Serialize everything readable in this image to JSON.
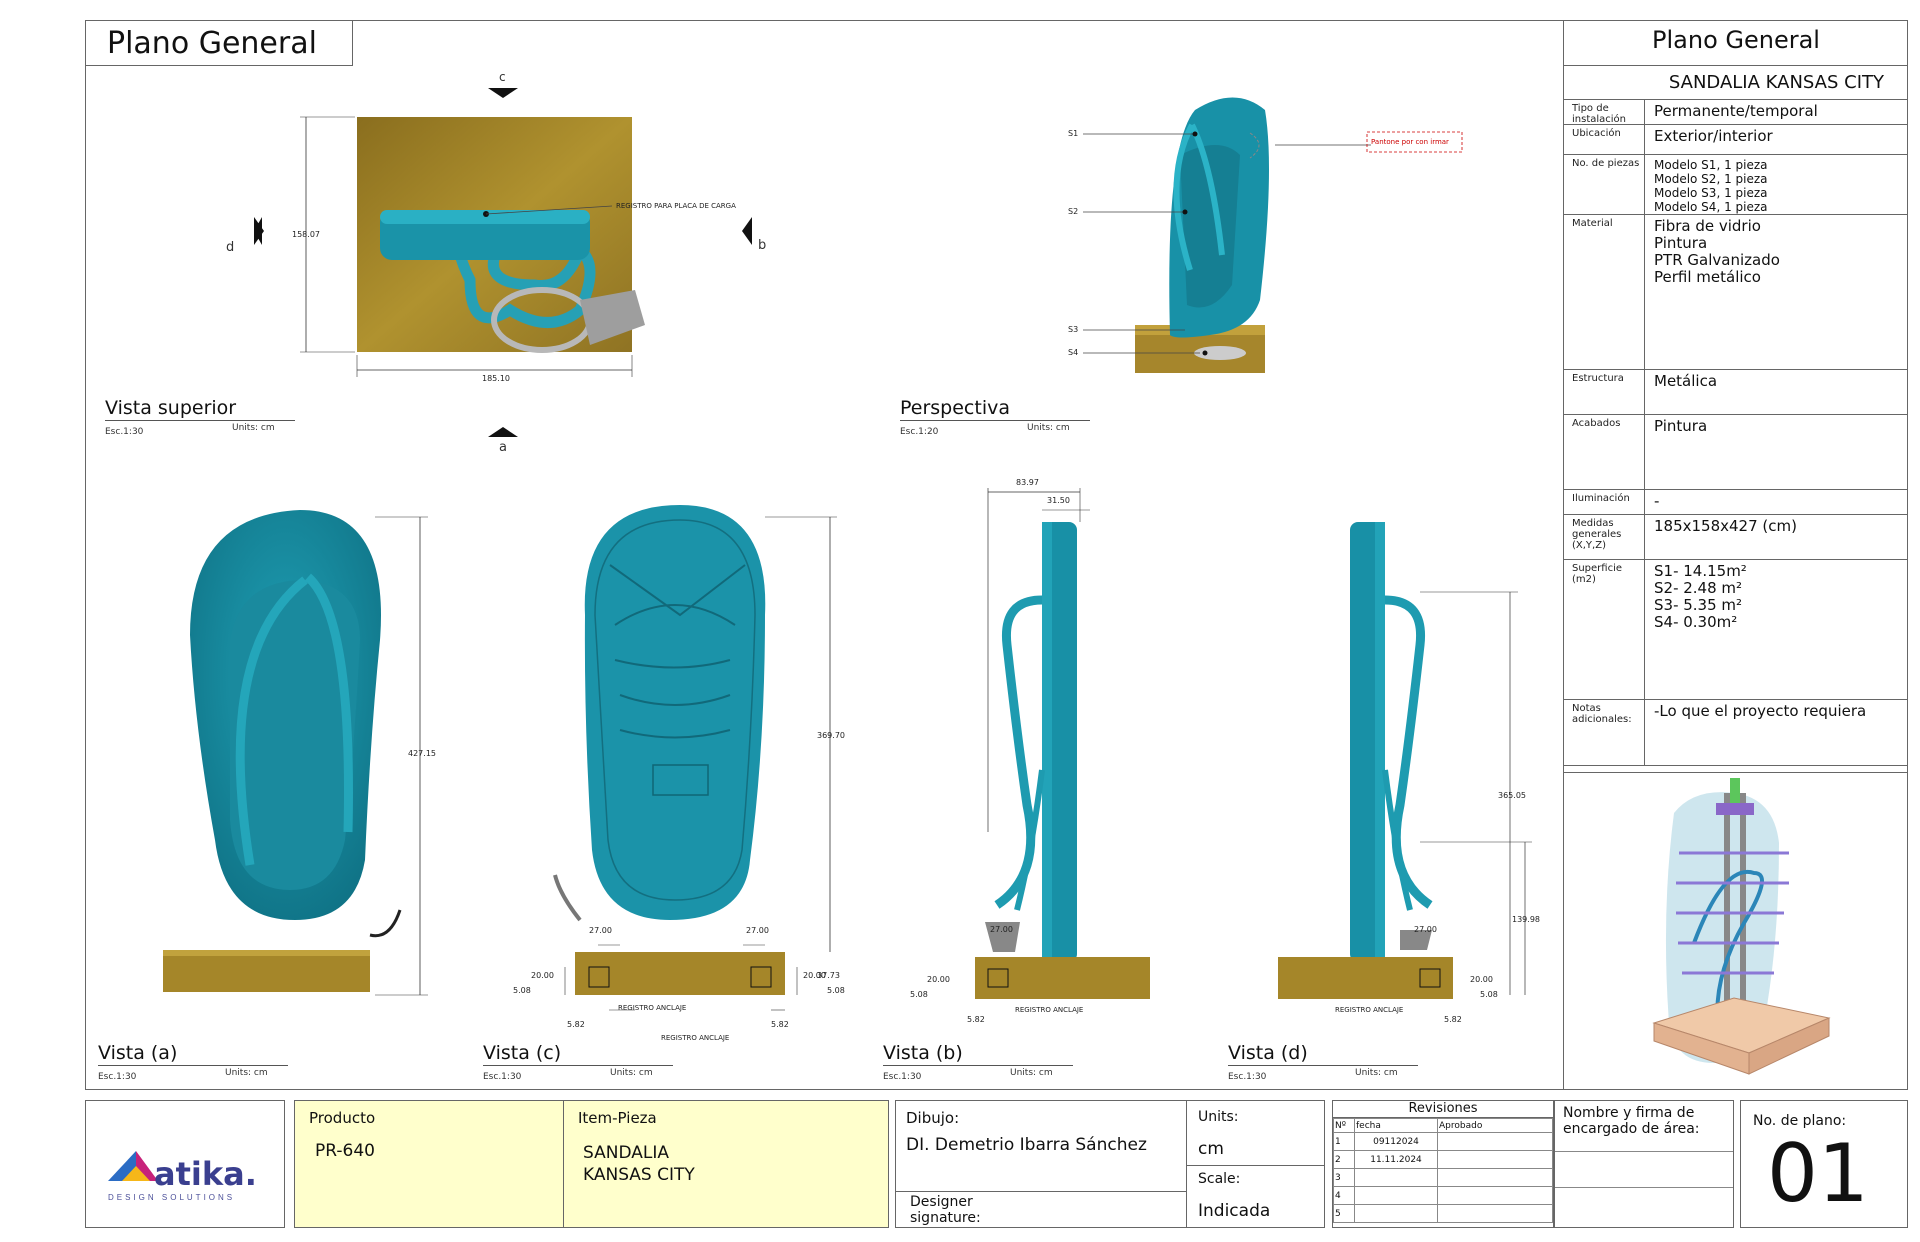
{
  "sheet": {
    "title": "Plano General",
    "views": {
      "top": {
        "title": "Vista superior",
        "scale": "Esc.1:30",
        "units": "Units: cm"
      },
      "perspective": {
        "title": "Perspectiva",
        "scale": "Esc.1:20",
        "units": "Units: cm"
      },
      "a": {
        "title": "Vista  (a)",
        "scale": "Esc.1:30",
        "units": "Units: cm"
      },
      "c": {
        "title": "Vista  (c)",
        "scale": "Esc.1:30",
        "units": "Units: cm"
      },
      "b": {
        "title": "Vista  (b)",
        "scale": "Esc.1:30",
        "units": "Units: cm"
      },
      "d": {
        "title": "Vista  (d)",
        "scale": "Esc.1:30",
        "units": "Units: cm"
      }
    },
    "markers": {
      "a": "a",
      "b": "b",
      "c": "c",
      "d": "d"
    },
    "dims": {
      "top_height": "158.07",
      "top_width": "185.10",
      "top_note": "REGISTRO PARA PLACA DE CARGA",
      "persp_s1": "S1",
      "persp_s2": "S2",
      "persp_s3": "S3",
      "persp_s4": "S4",
      "persp_note": "Pantone por con irmar",
      "a_height": "427.15",
      "c_height": "369.70",
      "c_27a": "27.00",
      "c_27b": "27.00",
      "c_20a": "20.00",
      "c_20b": "20.00",
      "c_508a": "5.08",
      "c_508b": "5.08",
      "c_582a": "5.82",
      "c_582b": "5.82",
      "c_773": "37.73",
      "c_reg1": "REGISTRO ANCLAJE",
      "c_reg2": "REGISTRO ANCLAJE",
      "b_8397": "83.97",
      "b_3150": "31.50",
      "b_27": "27.00",
      "b_20": "20.00",
      "b_508": "5.08",
      "b_582": "5.82",
      "b_reg": "REGISTRO ANCLAJE",
      "d_36505": "365.05",
      "d_13998": "139.98",
      "d_27": "27.00",
      "d_20": "20.00",
      "d_508": "5.08",
      "d_582": "5.82",
      "d_reg": "REGISTRO ANCLAJE"
    }
  },
  "panel": {
    "title": "Plano General",
    "subtitle": "SANDALIA KANSAS CITY",
    "rows": [
      {
        "label": "Tipo de instalación",
        "value": "Permanente/temporal"
      },
      {
        "label": "Ubicación",
        "value": "Exterior/interior"
      },
      {
        "label": "No. de piezas",
        "value": "Modelo S1, 1 pieza\nModelo S2, 1 pieza\nModelo S3, 1 pieza\nModelo S4, 1 pieza"
      },
      {
        "label": "Material",
        "value": "Fibra de vidrio\nPintura\nPTR Galvanizado\nPerfil metálico"
      },
      {
        "label": "Estructura",
        "value": "Metálica"
      },
      {
        "label": "Acabados",
        "value": "Pintura"
      },
      {
        "label": "Iluminación",
        "value": "-"
      },
      {
        "label": "Medidas generales (X,Y,Z)",
        "value": "185x158x427 (cm)"
      },
      {
        "label": "Superficie (m2)",
        "value": "S1- 14.15m²\nS2- 2.48 m²\nS3- 5.35 m²\nS4- 0.30m²"
      },
      {
        "label": "Notas adicionales:",
        "value": "-Lo que el proyecto requiera"
      }
    ]
  },
  "footer": {
    "logo_text": "atika.",
    "logo_sub": "DESIGN SOLUTIONS",
    "producto_label": "Producto",
    "producto_value": "PR-640",
    "item_label": "Item-Pieza",
    "item_value_1": "SANDALIA",
    "item_value_2": "KANSAS CITY",
    "dibujo_label": "Dibujo:",
    "dibujo_value": "DI. Demetrio Ibarra Sánchez",
    "designer_label_1": "Designer",
    "designer_label_2": "signature:",
    "units_label": "Units:",
    "units_value": "cm",
    "scale_label": "Scale:",
    "scale_value": "Indicada",
    "revisiones_title": "Revisiones",
    "rev_headers": [
      "Nº",
      "fecha",
      "Aprobado"
    ],
    "rev_rows": [
      {
        "n": "1",
        "fecha": "09112024",
        "aprobado": ""
      },
      {
        "n": "2",
        "fecha": "11.11.2024",
        "aprobado": ""
      },
      {
        "n": "3",
        "fecha": "",
        "aprobado": ""
      },
      {
        "n": "4",
        "fecha": "",
        "aprobado": ""
      },
      {
        "n": "5",
        "fecha": "",
        "aprobado": ""
      }
    ],
    "firma_label_1": "Nombre y firma de",
    "firma_label_2": "encargado de área:",
    "plano_label": "No. de plano:",
    "plano_value": "01"
  },
  "colors": {
    "teal": "#1a8fa3",
    "teal_dark": "#0f6f80",
    "sand": "#a88a2e",
    "sand_dark": "#7d6520",
    "footer_yellow": "#ffffcc",
    "frame": "#555555"
  }
}
